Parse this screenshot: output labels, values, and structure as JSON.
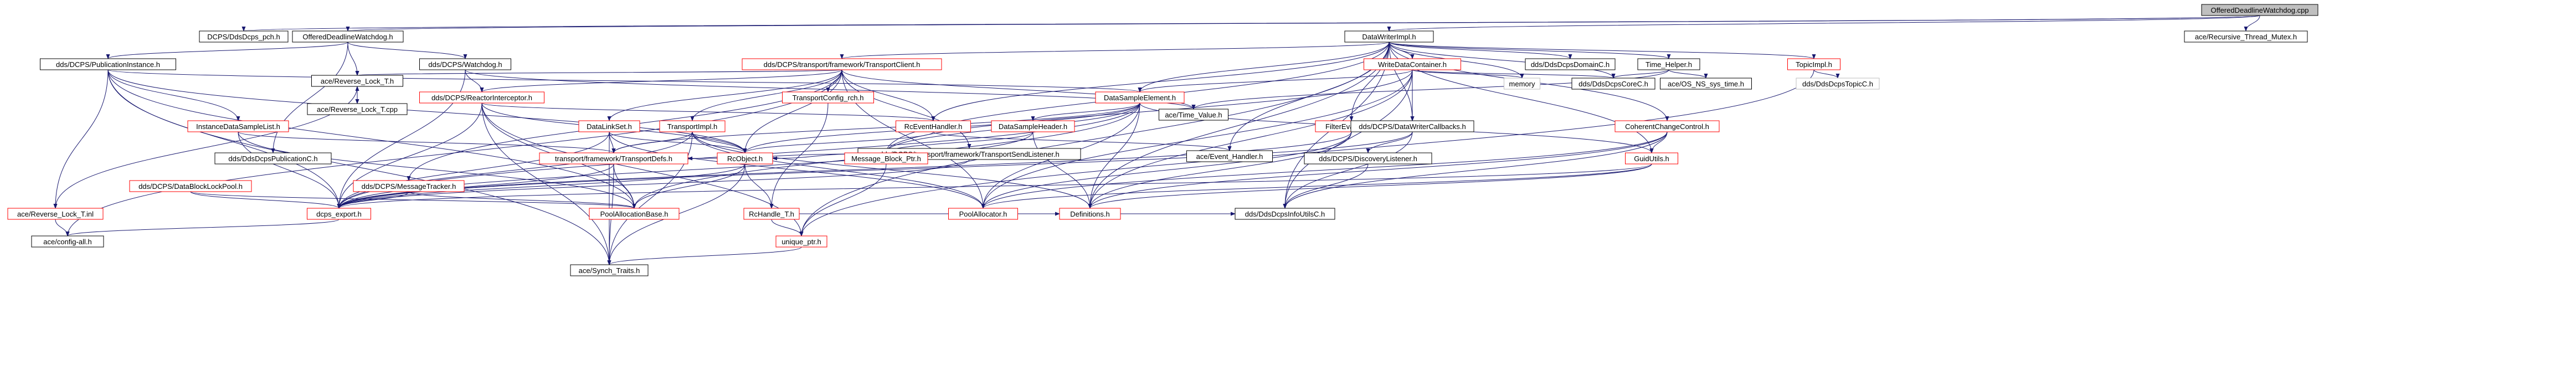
{
  "graph": {
    "root": "OfferedDeadlineWatchdog.cpp",
    "colors": {
      "root_fill": "#bfbfbf",
      "node_fill": "#ffffff",
      "node_stroke": "#000000",
      "node_stroke_linked": "#ff0000",
      "node_stroke_leaf": "#bfbfbf",
      "edge_color": "#191970",
      "text": "#000000"
    },
    "nodes": [
      {
        "id": "root",
        "label": "OfferedDeadlineWatchdog.cpp",
        "style": "root"
      },
      {
        "id": "dcps_pch",
        "label": "DCPS/DdsDcps_pch.h",
        "style": "normal"
      },
      {
        "id": "odw_h",
        "label": "OfferedDeadlineWatchdog.h",
        "style": "normal"
      },
      {
        "id": "dwi_h",
        "label": "DataWriterImpl.h",
        "style": "normal"
      },
      {
        "id": "recmutex",
        "label": "ace/Recursive_Thread_Mutex.h",
        "style": "normal"
      },
      {
        "id": "pubinst",
        "label": "dds/DCPS/PublicationInstance.h",
        "style": "normal"
      },
      {
        "id": "rlt",
        "label": "ace/Reverse_Lock_T.h",
        "style": "normal"
      },
      {
        "id": "watchdog",
        "label": "dds/DCPS/Watchdog.h",
        "style": "normal"
      },
      {
        "id": "tclient",
        "label": "dds/DCPS/transport/framework/TransportClient.h",
        "style": "linked"
      },
      {
        "id": "wdc",
        "label": "WriteDataContainer.h",
        "style": "linked"
      },
      {
        "id": "ddsdcpsdomainc",
        "label": "dds/DdsDcpsDomainC.h",
        "style": "normal"
      },
      {
        "id": "timehelper",
        "label": "Time_Helper.h",
        "style": "normal"
      },
      {
        "id": "topicimpl",
        "label": "TopicImpl.h",
        "style": "linked"
      },
      {
        "id": "memory",
        "label": "memory",
        "style": "leaf"
      },
      {
        "id": "ddsdcpscorec",
        "label": "dds/DdsDcpsCoreC.h",
        "style": "normal"
      },
      {
        "id": "os_sys_time",
        "label": "ace/OS_NS_sys_time.h",
        "style": "normal"
      },
      {
        "id": "ddsdcpstopicc",
        "label": "dds/DdsDcpsTopicC.h",
        "style": "leaf"
      },
      {
        "id": "rlt_cpp",
        "label": "ace/Reverse_Lock_T.cpp",
        "style": "normal"
      },
      {
        "id": "reactorint",
        "label": "dds/DCPS/ReactorInterceptor.h",
        "style": "linked"
      },
      {
        "id": "tconfig_rch",
        "label": "TransportConfig_rch.h",
        "style": "linked"
      },
      {
        "id": "dse",
        "label": "DataSampleElement.h",
        "style": "linked"
      },
      {
        "id": "acetimevalue",
        "label": "ace/Time_Value.h",
        "style": "normal"
      },
      {
        "id": "aceeventhandler",
        "label": "ace/Event_Handler.h",
        "style": "normal"
      },
      {
        "id": "acreventhandler",
        "label": "RcEventHandler.h",
        "style": "linked"
      },
      {
        "id": "filtereval",
        "label": "FilterEvaluator.h",
        "style": "linked"
      },
      {
        "id": "dwcallbacks",
        "label": "dds/DCPS/DataWriterCallbacks.h",
        "style": "normal"
      },
      {
        "id": "coherentcc",
        "label": "CoherentChangeControl.h",
        "style": "linked"
      },
      {
        "id": "instdsl",
        "label": "InstanceDataSampleList.h",
        "style": "linked"
      },
      {
        "id": "datalinkset",
        "label": "DataLinkSet.h",
        "style": "linked"
      },
      {
        "id": "transportimpl",
        "label": "TransportImpl.h",
        "style": "linked"
      },
      {
        "id": "tsendlistener",
        "label": "dds/DCPS/transport/framework/TransportSendListener.h",
        "style": "normal"
      },
      {
        "id": "dsheader",
        "label": "DataSampleHeader.h",
        "style": "linked"
      },
      {
        "id": "reverselocktinl",
        "label": "ace/Reverse_Lock_T.inl",
        "style": "linked"
      },
      {
        "id": "dblockpool",
        "label": "dds/DCPS/DataBlockLockPool.h",
        "style": "linked"
      },
      {
        "id": "ddsdcpspubc",
        "label": "dds/DdsDcpsPublicationC.h",
        "style": "normal"
      },
      {
        "id": "msgtracker",
        "label": "dds/DCPS/MessageTracker.h",
        "style": "linked"
      },
      {
        "id": "tdefs",
        "label": "transport/framework/TransportDefs.h",
        "style": "linked"
      },
      {
        "id": "rcobject",
        "label": "RcObject.h",
        "style": "linked"
      },
      {
        "id": "msgblockptr",
        "label": "Message_Block_Ptr.h",
        "style": "linked"
      },
      {
        "id": "discoverylistener",
        "label": "dds/DCPS/DiscoveryListener.h",
        "style": "normal"
      },
      {
        "id": "guidutils",
        "label": "GuidUtils.h",
        "style": "linked"
      },
      {
        "id": "aceconfigall",
        "label": "ace/config-all.h",
        "style": "normal"
      },
      {
        "id": "dcpsexport",
        "label": "dcps_export.h",
        "style": "linked"
      },
      {
        "id": "poolallocbase",
        "label": "PoolAllocationBase.h",
        "style": "linked"
      },
      {
        "id": "rchandle",
        "label": "RcHandle_T.h",
        "style": "linked"
      },
      {
        "id": "poolallocator",
        "label": "PoolAllocator.h",
        "style": "linked"
      },
      {
        "id": "definitions",
        "label": "Definitions.h",
        "style": "linked"
      },
      {
        "id": "ddsdcpsinfoutils",
        "label": "dds/DdsDcpsInfoUtilsC.h",
        "style": "normal"
      },
      {
        "id": "uniqueptr",
        "label": "unique_ptr.h",
        "style": "linked"
      },
      {
        "id": "acesynchtraits",
        "label": "ace/Synch_Traits.h",
        "style": "normal"
      }
    ],
    "edges": [
      [
        "root",
        "dcps_pch"
      ],
      [
        "root",
        "odw_h"
      ],
      [
        "root",
        "dwi_h"
      ],
      [
        "root",
        "recmutex"
      ],
      [
        "odw_h",
        "pubinst"
      ],
      [
        "odw_h",
        "rlt"
      ],
      [
        "odw_h",
        "watchdog"
      ],
      [
        "odw_h",
        "ddsdcpspubc"
      ],
      [
        "dwi_h",
        "tclient"
      ],
      [
        "dwi_h",
        "wdc"
      ],
      [
        "dwi_h",
        "ddsdcpsdomainc"
      ],
      [
        "dwi_h",
        "timehelper"
      ],
      [
        "dwi_h",
        "topicimpl"
      ],
      [
        "dwi_h",
        "memory"
      ],
      [
        "dwi_h",
        "ddsdcpscorec"
      ],
      [
        "dwi_h",
        "coherentcc"
      ],
      [
        "dwi_h",
        "dwcallbacks"
      ],
      [
        "dwi_h",
        "filtereval"
      ],
      [
        "dwi_h",
        "dse"
      ],
      [
        "dwi_h",
        "acreventhandler"
      ],
      [
        "dwi_h",
        "msgblockptr"
      ],
      [
        "dwi_h",
        "aceeventhandler"
      ],
      [
        "dwi_h",
        "guidutils"
      ],
      [
        "dwi_h",
        "definitions"
      ],
      [
        "dwi_h",
        "ddsdcpsinfoutils"
      ],
      [
        "dwi_h",
        "uniqueptr"
      ],
      [
        "pubinst",
        "instdsl"
      ],
      [
        "pubinst",
        "dcpsexport"
      ],
      [
        "pubinst",
        "poolallocbase"
      ],
      [
        "pubinst",
        "acesynchtraits"
      ],
      [
        "pubinst",
        "reverselocktinl"
      ],
      [
        "pubinst",
        "dse"
      ],
      [
        "pubinst",
        "rcobject"
      ],
      [
        "rlt",
        "rlt_cpp"
      ],
      [
        "rlt",
        "reverselocktinl"
      ],
      [
        "rlt_cpp",
        "rlt"
      ],
      [
        "reverselocktinl",
        "aceconfigall"
      ],
      [
        "watchdog",
        "reactorint"
      ],
      [
        "watchdog",
        "acetimevalue"
      ],
      [
        "watchdog",
        "dcpsexport"
      ],
      [
        "tclient",
        "tconfig_rch"
      ],
      [
        "tclient",
        "transportimpl"
      ],
      [
        "tclient",
        "datalinkset"
      ],
      [
        "tclient",
        "tsendlistener"
      ],
      [
        "tclient",
        "reactorint"
      ],
      [
        "tclient",
        "acetimevalue"
      ],
      [
        "tclient",
        "rlt"
      ],
      [
        "tclient",
        "msgtracker"
      ],
      [
        "tclient",
        "poolallocator"
      ],
      [
        "tclient",
        "aceconfigall"
      ],
      [
        "tclient",
        "acreventhandler"
      ],
      [
        "tclient",
        "rcobject"
      ],
      [
        "wdc",
        "dse"
      ],
      [
        "wdc",
        "ddsdcpscorec"
      ],
      [
        "wdc",
        "memory"
      ],
      [
        "wdc",
        "dwcallbacks"
      ],
      [
        "wdc",
        "poolallocator"
      ],
      [
        "wdc",
        "definitions"
      ],
      [
        "wdc",
        "msgblockptr"
      ],
      [
        "wdc",
        "ddsdcpsinfoutils"
      ],
      [
        "timehelper",
        "os_sys_time"
      ],
      [
        "timehelper",
        "ddsdcpscorec"
      ],
      [
        "timehelper",
        "acetimevalue"
      ],
      [
        "topicimpl",
        "ddsdcpstopicc"
      ],
      [
        "topicimpl",
        "uniqueptr"
      ],
      [
        "reactorint",
        "acreventhandler"
      ],
      [
        "reactorint",
        "rcobject"
      ],
      [
        "reactorint",
        "dcpsexport"
      ],
      [
        "reactorint",
        "poolallocbase"
      ],
      [
        "reactorint",
        "acesynchtraits"
      ],
      [
        "reactorint",
        "uniqueptr"
      ],
      [
        "tconfig_rch",
        "rchandle"
      ],
      [
        "dse",
        "dsheader"
      ],
      [
        "dse",
        "tdefs"
      ],
      [
        "dse",
        "msgblockptr"
      ],
      [
        "dse",
        "poolallocator"
      ],
      [
        "dse",
        "dcpsexport"
      ],
      [
        "dse",
        "rcobject"
      ],
      [
        "dse",
        "definitions"
      ],
      [
        "dse",
        "poolallocbase"
      ],
      [
        "dse",
        "guidutils"
      ],
      [
        "dsheader",
        "msgblockptr"
      ],
      [
        "dsheader",
        "definitions"
      ],
      [
        "dsheader",
        "dcpsexport"
      ],
      [
        "acreventhandler",
        "aceeventhandler"
      ],
      [
        "acreventhandler",
        "rcobject"
      ],
      [
        "filtereval",
        "definitions"
      ],
      [
        "filtereval",
        "poolallocator"
      ],
      [
        "filtereval",
        "dcpsexport"
      ],
      [
        "dwcallbacks",
        "discoverylistener"
      ],
      [
        "dwcallbacks",
        "ddsdcpsinfoutils"
      ],
      [
        "dwcallbacks",
        "dcpsexport"
      ],
      [
        "coherentcc",
        "guidutils"
      ],
      [
        "coherentcc",
        "definitions"
      ],
      [
        "coherentcc",
        "poolallocator"
      ],
      [
        "coherentcc",
        "ddsdcpsinfoutils"
      ],
      [
        "instdsl",
        "tdefs"
      ],
      [
        "instdsl",
        "dcpsexport"
      ],
      [
        "instdsl",
        "poolallocbase"
      ],
      [
        "datalinkset",
        "tdefs"
      ],
      [
        "datalinkset",
        "rcobject"
      ],
      [
        "datalinkset",
        "poolallocator"
      ],
      [
        "datalinkset",
        "acesynchtraits"
      ],
      [
        "datalinkset",
        "dcpsexport"
      ],
      [
        "transportimpl",
        "tdefs"
      ],
      [
        "transportimpl",
        "rcobject"
      ],
      [
        "transportimpl",
        "poolallocator"
      ],
      [
        "transportimpl",
        "acesynchtraits"
      ],
      [
        "transportimpl",
        "dcpsexport"
      ],
      [
        "transportimpl",
        "definitions"
      ],
      [
        "tsendlistener",
        "rcobject"
      ],
      [
        "tsendlistener",
        "tdefs"
      ],
      [
        "tsendlistener",
        "msgblockptr"
      ],
      [
        "tsendlistener",
        "dcpsexport"
      ],
      [
        "dblockpool",
        "dcpsexport"
      ],
      [
        "dblockpool",
        "poolallocbase"
      ],
      [
        "msgtracker",
        "dcpsexport"
      ],
      [
        "msgtracker",
        "poolallocbase"
      ],
      [
        "tdefs",
        "dcpsexport"
      ],
      [
        "tdefs",
        "acesynchtraits"
      ],
      [
        "tdefs",
        "poolallocbase"
      ],
      [
        "rcobject",
        "poolallocbase"
      ],
      [
        "rcobject",
        "rchandle"
      ],
      [
        "rcobject",
        "dcpsexport"
      ],
      [
        "rcobject",
        "acesynchtraits"
      ],
      [
        "msgblockptr",
        "uniqueptr"
      ],
      [
        "discoverylistener",
        "ddsdcpsinfoutils"
      ],
      [
        "guidutils",
        "definitions"
      ],
      [
        "guidutils",
        "poolallocator"
      ],
      [
        "guidutils",
        "dcpsexport"
      ],
      [
        "dcpsexport",
        "aceconfigall"
      ],
      [
        "rchandle",
        "uniqueptr"
      ],
      [
        "rchandle",
        "definitions"
      ],
      [
        "definitions",
        "ddsdcpsinfoutils"
      ],
      [
        "uniqueptr",
        "acesynchtraits"
      ]
    ]
  }
}
